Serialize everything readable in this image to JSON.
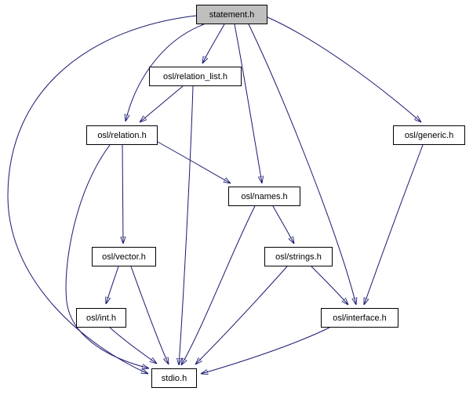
{
  "graph": {
    "kind": "include-dependency-graph",
    "root": "statement.h"
  },
  "nodes": {
    "statement": {
      "label": "statement.h"
    },
    "relation_list": {
      "label": "osl/relation_list.h"
    },
    "relation": {
      "label": "osl/relation.h"
    },
    "generic": {
      "label": "osl/generic.h"
    },
    "names": {
      "label": "osl/names.h"
    },
    "vector": {
      "label": "osl/vector.h"
    },
    "strings": {
      "label": "osl/strings.h"
    },
    "int": {
      "label": "osl/int.h"
    },
    "interface": {
      "label": "osl/interface.h"
    },
    "stdio": {
      "label": "stdio.h"
    }
  },
  "edges": [
    {
      "from": "statement.h",
      "to": "osl/relation_list.h"
    },
    {
      "from": "statement.h",
      "to": "osl/relation.h"
    },
    {
      "from": "statement.h",
      "to": "osl/names.h"
    },
    {
      "from": "statement.h",
      "to": "osl/generic.h"
    },
    {
      "from": "statement.h",
      "to": "osl/interface.h"
    },
    {
      "from": "statement.h",
      "to": "stdio.h"
    },
    {
      "from": "osl/relation_list.h",
      "to": "osl/relation.h"
    },
    {
      "from": "osl/relation_list.h",
      "to": "stdio.h"
    },
    {
      "from": "osl/relation.h",
      "to": "osl/names.h"
    },
    {
      "from": "osl/relation.h",
      "to": "osl/vector.h"
    },
    {
      "from": "osl/relation.h",
      "to": "stdio.h"
    },
    {
      "from": "osl/names.h",
      "to": "osl/strings.h"
    },
    {
      "from": "osl/names.h",
      "to": "stdio.h"
    },
    {
      "from": "osl/strings.h",
      "to": "osl/interface.h"
    },
    {
      "from": "osl/strings.h",
      "to": "stdio.h"
    },
    {
      "from": "osl/generic.h",
      "to": "osl/interface.h"
    },
    {
      "from": "osl/vector.h",
      "to": "osl/int.h"
    },
    {
      "from": "osl/vector.h",
      "to": "stdio.h"
    },
    {
      "from": "osl/int.h",
      "to": "stdio.h"
    },
    {
      "from": "osl/interface.h",
      "to": "stdio.h"
    }
  ],
  "colors": {
    "edge": "#191970",
    "node_border": "#000000",
    "node_fill": "#ffffff",
    "current_node_fill": "#bfbfbf",
    "background": "#ffffff"
  }
}
